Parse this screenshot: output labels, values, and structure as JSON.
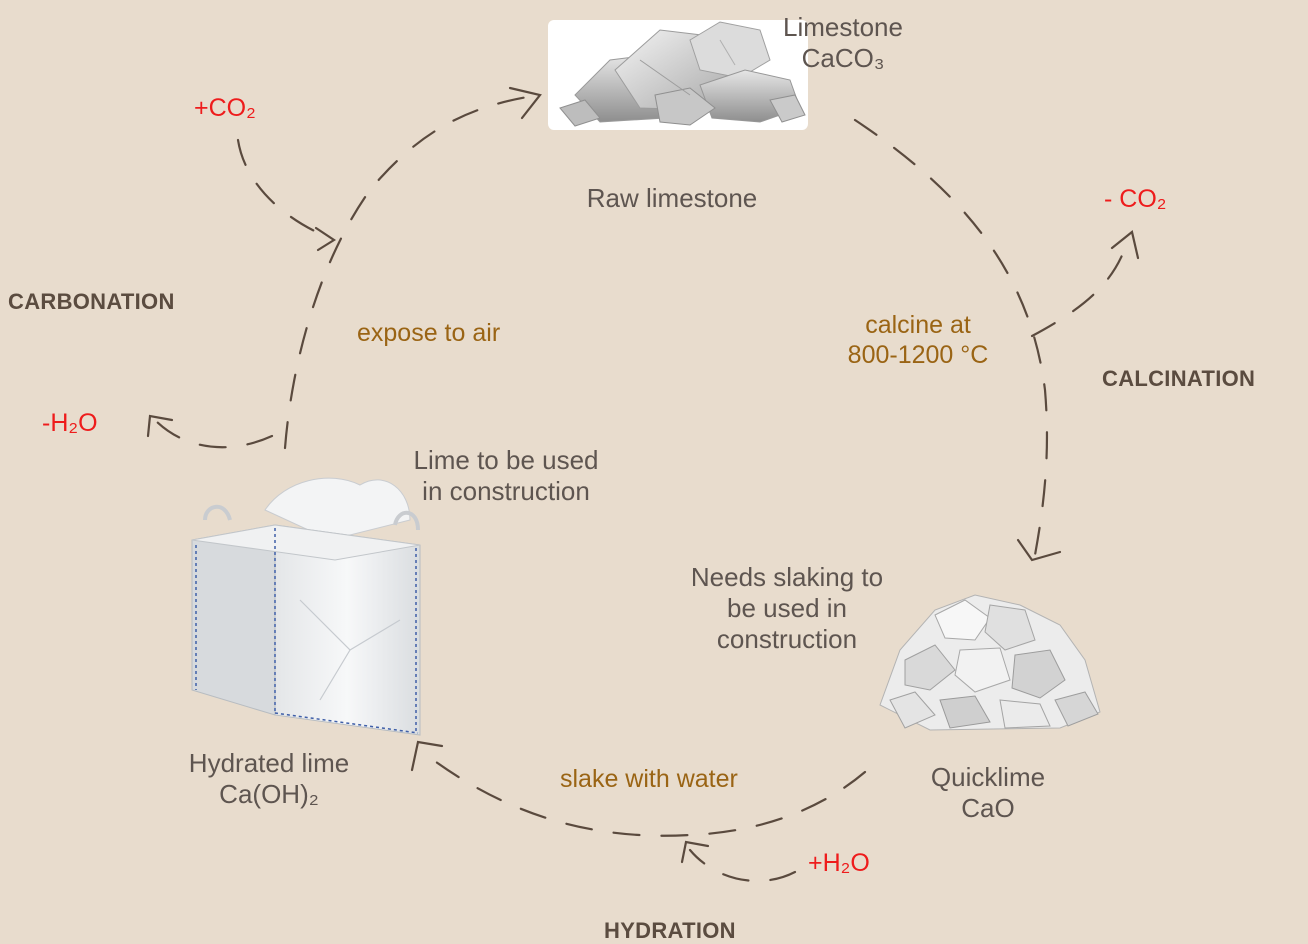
{
  "limestone": {
    "name": "Limestone",
    "formula": "CaCO₃",
    "caption": "Raw limestone"
  },
  "calcination": {
    "name": "CALCINATION",
    "gas": "- CO₂",
    "condition_line1": "calcine at",
    "condition_line2": "800-1200 °C"
  },
  "quicklime": {
    "name": "Quicklime",
    "formula": "CaO",
    "note_line1": "Needs slaking to",
    "note_line2": "be used in",
    "note_line3": "construction"
  },
  "hydration": {
    "name": "HYDRATION",
    "gas": "+H₂O",
    "action": "slake with water"
  },
  "hydrated_lime": {
    "name": "Hydrated lime",
    "formula": "Ca(OH)₂",
    "note_line1": "Lime to be used",
    "note_line2": "in construction"
  },
  "carbonation": {
    "name": "CARBONATION",
    "gas_in": "+CO₂",
    "gas_out": "-H₂O",
    "action": "expose to air"
  },
  "colors": {
    "background": "#e8dccd",
    "arrow": "#5a4a3e",
    "gas": "#ee1c1c",
    "action": "#9a6414",
    "text": "#5e5550"
  }
}
